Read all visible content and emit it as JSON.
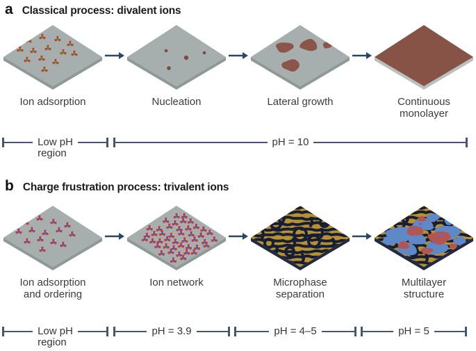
{
  "panels": [
    {
      "letter": "a",
      "title": "Classical process: divalent ions",
      "stages": [
        {
          "label": "Ion adsorption"
        },
        {
          "label": "Nucleation"
        },
        {
          "label": "Lateral growth"
        },
        {
          "label": "Continuous\nmonolayer"
        }
      ],
      "brackets": [
        {
          "label": "Low pH\nregion"
        },
        {
          "label": "pH = 10"
        }
      ]
    },
    {
      "letter": "b",
      "title": "Charge frustration process: trivalent ions",
      "stages": [
        {
          "label": "Ion adsorption\nand ordering"
        },
        {
          "label": "Ion network"
        },
        {
          "label": "Microphase\nseparation"
        },
        {
          "label": "Multilayer\nstructure"
        }
      ],
      "brackets": [
        {
          "label": "Low pH\nregion"
        },
        {
          "label": "pH = 3.9"
        },
        {
          "label": "pH = 4–5"
        },
        {
          "label": "pH = 5"
        }
      ]
    }
  ],
  "colors": {
    "plate_gray": "#a6afad",
    "plate_edge": "#8f9997",
    "atom_red": "#cf3b32",
    "atom_green": "#3c9a45",
    "atom_blue": "#4a63b8",
    "atom_white": "#eceeed",
    "brown_blob": "#8b5649",
    "brown_dot": "#7d4a3d",
    "brown_monolayer": "#875347",
    "monolayer_edge": "#b9c1bf",
    "gold": "#b6912d",
    "navy": "#161e37",
    "dark_edge": "#232a40",
    "blue_blob": "#5f88c6",
    "red_blob": "#b5564e",
    "purple_blob": "#7a5fad",
    "arrow": "#2b4365",
    "bracket": "#45566f"
  }
}
